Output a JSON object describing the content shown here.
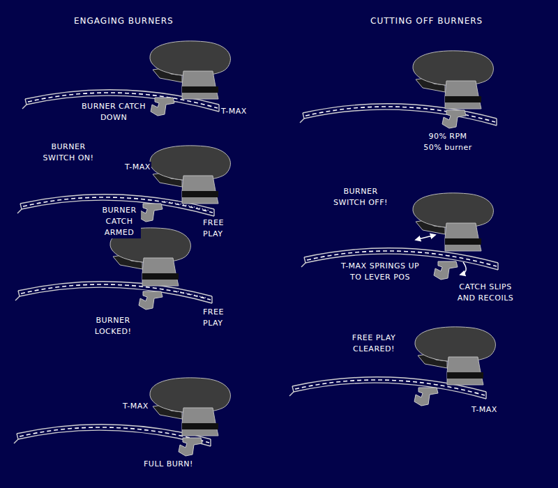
{
  "diagram": {
    "labels": [
      "ENGAGING BURNERS",
      "CUTTING OFF BURNERS",
      "BURNER CATCH DOWN",
      "T-MAX",
      "BURNER SWITCH ON!",
      "T-MAX",
      "BURNER CATCH ARMED",
      "FREE PLAY",
      "FREE PLAY",
      "BURNER LOCKED!",
      "T-MAX",
      "FULL BURN!",
      "90% RPM 50% burner",
      "BURNER SWITCH OFF!",
      "T-MAX SPRINGS UP TO LEVER POS",
      "CATCH SLIPS AND RECOILS",
      "FREE PLAY CLEARED!",
      "T-MAX"
    ]
  }
}
